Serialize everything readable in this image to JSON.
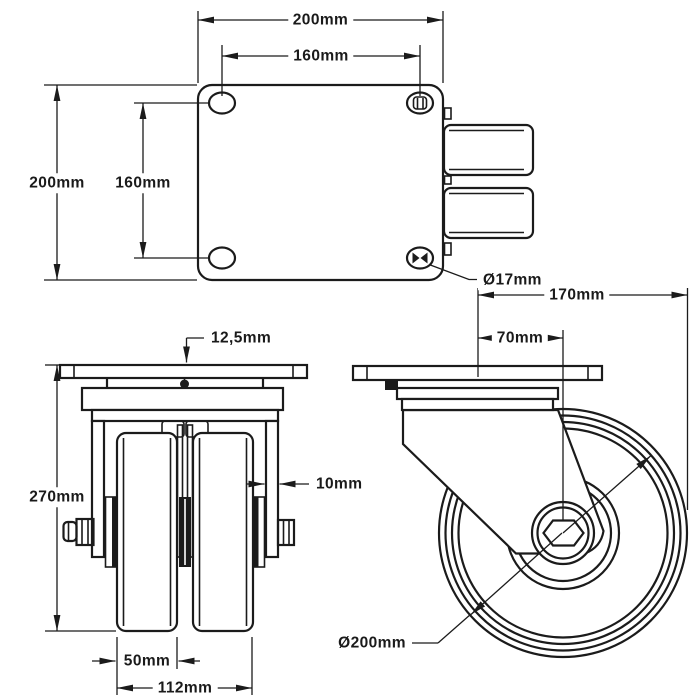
{
  "drawing": {
    "type": "caster-technical-drawing",
    "unit": "mm",
    "colors": {
      "line": "#1b1b1b",
      "background": "#ffffff"
    },
    "top_view": {
      "plate_width": "200mm",
      "bolt_spacing_width": "160mm",
      "plate_height": "200mm",
      "bolt_spacing_height": "160mm",
      "bolt_hole_diameter": "Ø17mm"
    },
    "front_view": {
      "overall_height": "270mm",
      "plate_thickness": "12,5mm",
      "bracket_thickness": "10mm",
      "wheel_width": "50mm",
      "overall_width": "112mm"
    },
    "side_view": {
      "overall_length": "170mm",
      "swivel_offset": "70mm",
      "wheel_diameter": "Ø200mm"
    }
  }
}
